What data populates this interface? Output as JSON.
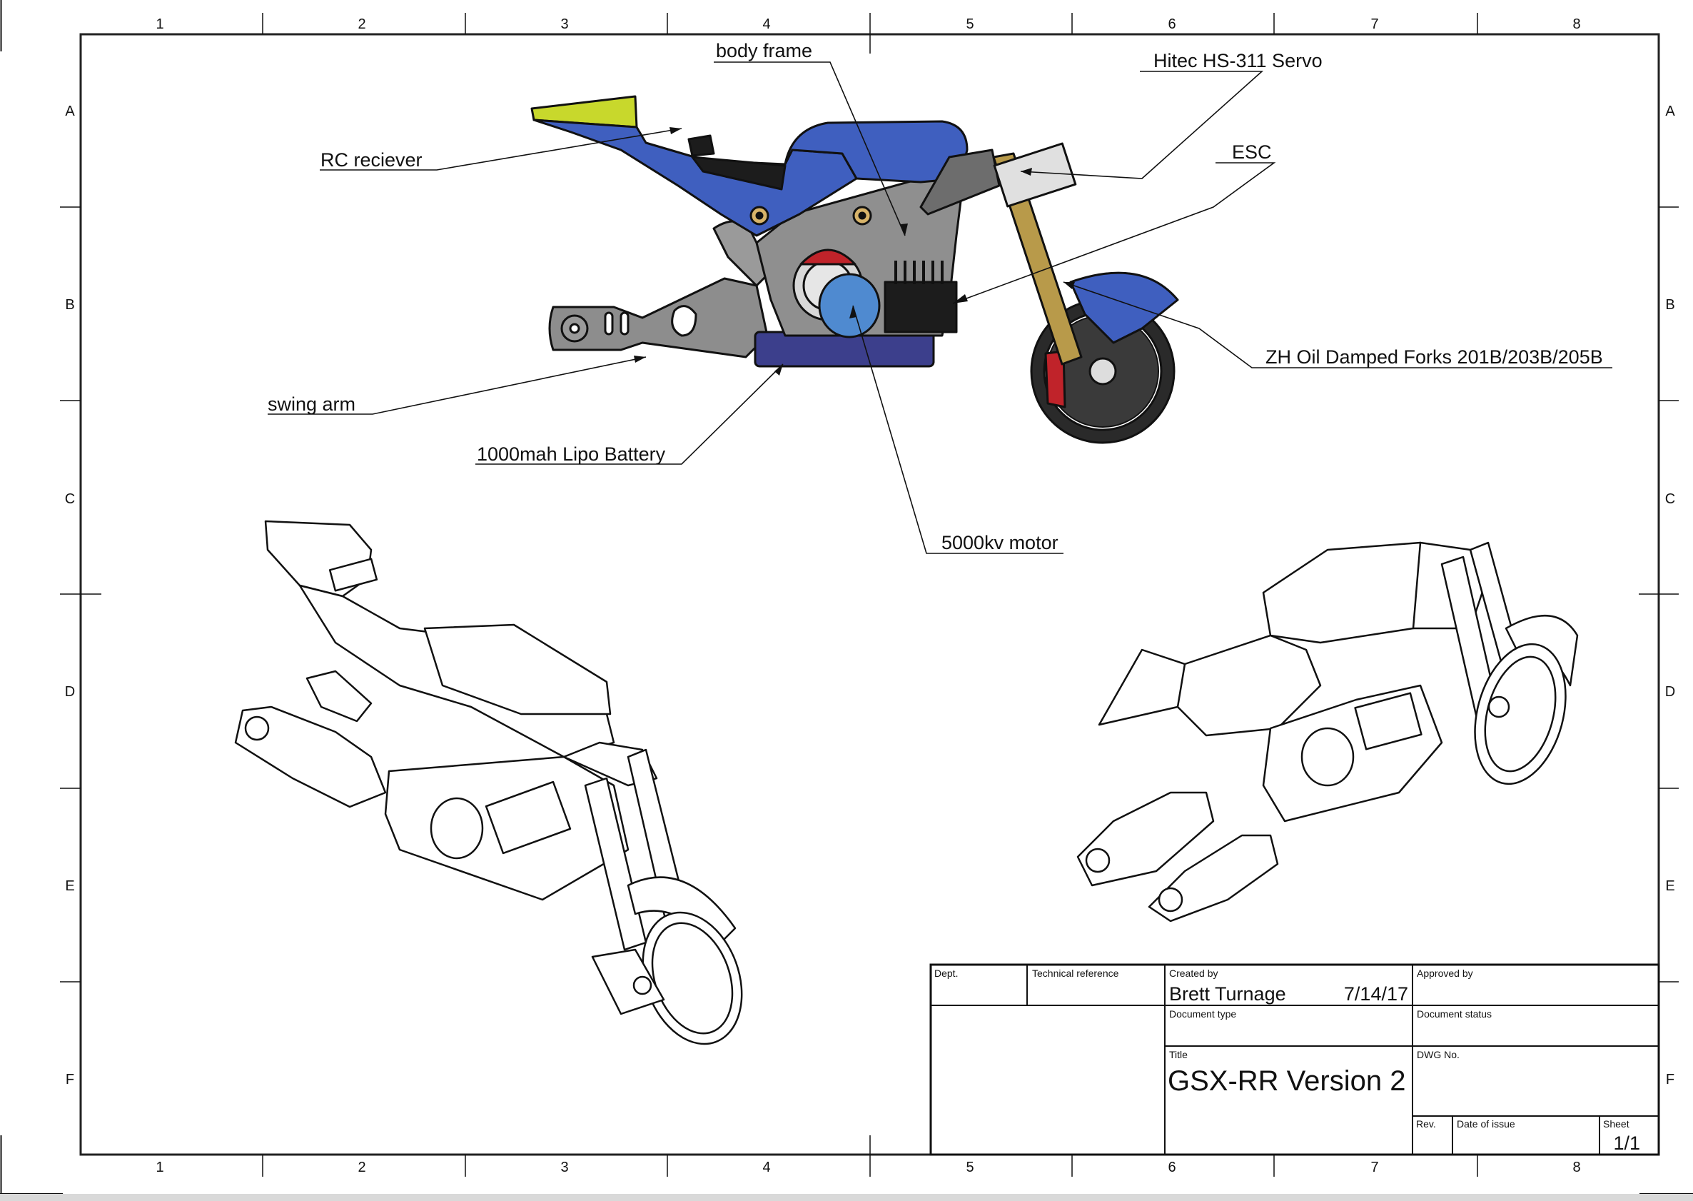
{
  "sheet": {
    "columns": [
      "1",
      "2",
      "3",
      "4",
      "5",
      "6",
      "7",
      "8"
    ],
    "rows": [
      "A",
      "B",
      "C",
      "D",
      "E",
      "F"
    ]
  },
  "callouts": [
    {
      "id": "body-frame",
      "label": "body frame"
    },
    {
      "id": "rc-receiver",
      "label": "RC reciever"
    },
    {
      "id": "servo",
      "label": "Hitec HS-311 Servo"
    },
    {
      "id": "esc",
      "label": "ESC"
    },
    {
      "id": "forks",
      "label": "ZH Oil Damped Forks 201B/203B/205B"
    },
    {
      "id": "swing-arm",
      "label": "swing arm"
    },
    {
      "id": "battery",
      "label": "1000mah Lipo Battery"
    },
    {
      "id": "motor",
      "label": "5000kv motor"
    }
  ],
  "title_block": {
    "dept_label": "Dept.",
    "dept_value": "",
    "tech_ref_label": "Technical reference",
    "tech_ref_value": "",
    "created_by_label": "Created by",
    "created_by_value": "Brett Turnage",
    "created_date": "7/14/17",
    "approved_by_label": "Approved by",
    "approved_by_value": "",
    "doc_type_label": "Document type",
    "doc_type_value": "",
    "doc_status_label": "Document status",
    "doc_status_value": "",
    "title_label": "Title",
    "title_value": "GSX-RR Version 2",
    "dwg_no_label": "DWG No.",
    "dwg_no_value": "",
    "rev_label": "Rev.",
    "rev_value": "",
    "date_issue_label": "Date of issue",
    "date_issue_value": "",
    "sheet_label": "Sheet",
    "sheet_value": "1/1"
  },
  "colors": {
    "fairing_blue": "#3f5fbf",
    "tail_yellow": "#c8d82c",
    "frame_gray": "#8d8d8d",
    "fork_gold": "#b89a4a",
    "motor_blue": "#4f8ad0",
    "battery_navy": "#3c3f8c",
    "esc_black": "#1c1c1c",
    "brake_red": "#c0232a"
  }
}
